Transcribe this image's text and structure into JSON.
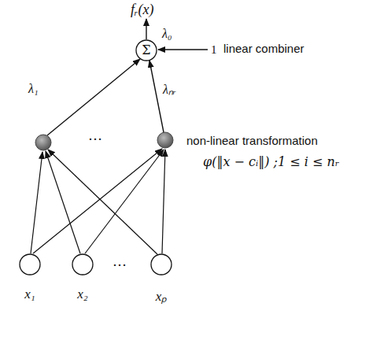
{
  "diagram": {
    "nodes": [
      {
        "text": [
          "Σ"
        ]
      },
      {
        "text": [
          "x₁"
        ]
      },
      {
        "text": [
          "x₂"
        ]
      },
      {
        "text": [
          "xₚ"
        ]
      }
    ],
    "labels": [
      "fᵣ(x)",
      "λ₀",
      "1",
      "linear combiner",
      "λ₁",
      "…",
      "λₙᵣ",
      "non-linear transformation",
      "φ(‖x − cᵢ‖) ;1 ≤ i ≤ nᵣ",
      "…"
    ]
  }
}
